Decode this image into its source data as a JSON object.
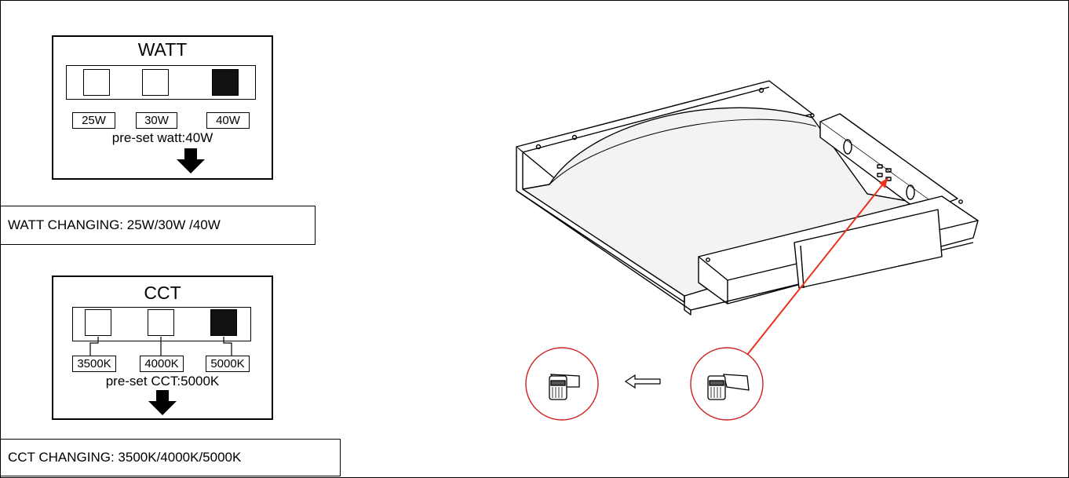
{
  "watt_panel": {
    "title": "WATT",
    "switches": [
      {
        "label": "25W",
        "on": false
      },
      {
        "label": "30W",
        "on": false
      },
      {
        "label": "40W",
        "on": true
      }
    ],
    "preset": "pre-set  watt:40W",
    "caption": "WATT CHANGING: 25W/30W /40W"
  },
  "cct_panel": {
    "title": "CCT",
    "switches": [
      {
        "label": "3500K",
        "on": false
      },
      {
        "label": "4000K",
        "on": false
      },
      {
        "label": "5000K",
        "on": true
      }
    ],
    "preset": "pre-set  CCT:5000K",
    "caption": "CCT CHANGING: 3500K/4000K/5000K"
  },
  "colors": {
    "line": "#000000",
    "pointer": "#e8321e",
    "circle": "#d02020"
  }
}
